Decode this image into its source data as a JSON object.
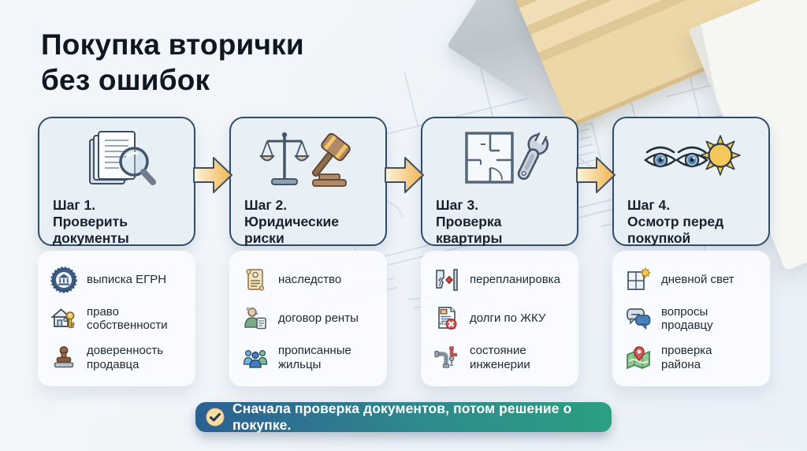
{
  "page": {
    "title_line1": "Покупка вторички",
    "title_line2": "без ошибок"
  },
  "steps": [
    {
      "title": "Шаг 1.\nПроверить\nдокументы",
      "icon": "documents-magnifier",
      "items": [
        {
          "icon": "egrn-seal",
          "label": "выписка ЕГРН"
        },
        {
          "icon": "house-key",
          "label": "право\nсобственности"
        },
        {
          "icon": "stamp",
          "label": "доверенность\nпродавца"
        }
      ]
    },
    {
      "title": "Шаг 2.\nЮридические\nриски",
      "icon": "scales-gavel",
      "items": [
        {
          "icon": "inheritance-scroll",
          "label": "наследство"
        },
        {
          "icon": "rent-contract",
          "label": "договор ренты"
        },
        {
          "icon": "registered-tenants",
          "label": "прописанные\nжильцы"
        }
      ]
    },
    {
      "title": "Шаг 3.\nПроверка\nквартиры",
      "icon": "floorplan-wrench",
      "items": [
        {
          "icon": "replanning-walls",
          "label": "перепланировка"
        },
        {
          "icon": "utility-debt-bill",
          "label": "долги по ЖКУ"
        },
        {
          "icon": "pipes-engineering",
          "label": "состояние\nинженерии"
        }
      ]
    },
    {
      "title": "Шаг 4.\nОсмотр перед\nпокупкой",
      "icon": "eyes-sun",
      "items": [
        {
          "icon": "window-sunlight",
          "label": "дневной свет"
        },
        {
          "icon": "chat-bubbles",
          "label": "вопросы\nпродавцу"
        },
        {
          "icon": "map-pin",
          "label": "проверка\nрайона"
        }
      ]
    }
  ],
  "banner": {
    "text": "Сначала проверка документов, потом решение о покупке.",
    "icon": "check-circle"
  },
  "colors": {
    "card_fill": "#e8eff5",
    "card_border": "#2f4d6b",
    "arrow_gold": "#f3bb55",
    "banner_blue": "#2c5f94",
    "banner_green": "#2aa081",
    "check_bg": "#f7dca4",
    "title_text": "#0f1722"
  }
}
